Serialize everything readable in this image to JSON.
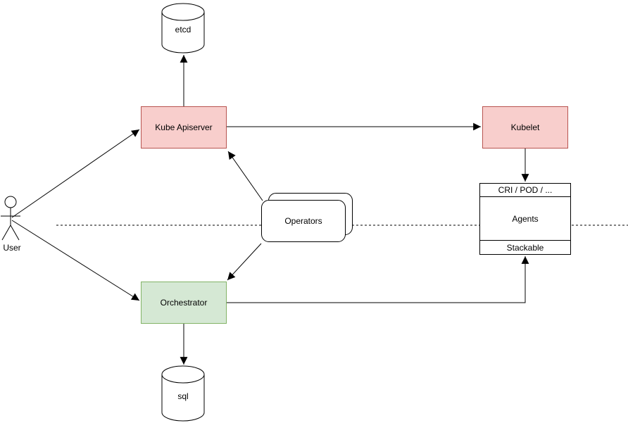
{
  "diagram": {
    "kind": "architecture-flowchart",
    "colors": {
      "red_fill": "#f8cecc",
      "red_border": "#b85450",
      "green_fill": "#d5e8d4",
      "green_border": "#82b366",
      "line": "#000000",
      "background": "#ffffff"
    },
    "nodes": {
      "etcd": {
        "label": "etcd",
        "shape": "cylinder"
      },
      "kube_apiserver": {
        "label": "Kube Apiserver",
        "shape": "rect",
        "fill": "#f8cecc"
      },
      "kubelet": {
        "label": "Kubelet",
        "shape": "rect",
        "fill": "#f8cecc"
      },
      "operators": {
        "label": "Operators",
        "shape": "stacked-rounded-rect"
      },
      "orchestrator": {
        "label": "Orchestrator",
        "shape": "rect",
        "fill": "#d5e8d4"
      },
      "sql": {
        "label": "sql",
        "shape": "cylinder"
      },
      "agents": {
        "header": "CRI / POD / ...",
        "body": "Agents",
        "footer": "Stackable",
        "shape": "partitioned-rect"
      },
      "user": {
        "label": "User",
        "shape": "actor"
      }
    },
    "edges": [
      {
        "from": "user",
        "to": "kube_apiserver",
        "style": "solid",
        "arrow": "end"
      },
      {
        "from": "user",
        "to": "orchestrator",
        "style": "solid",
        "arrow": "end"
      },
      {
        "from": "kube_apiserver",
        "to": "etcd",
        "style": "solid",
        "arrow": "end"
      },
      {
        "from": "kube_apiserver",
        "to": "kubelet",
        "style": "solid",
        "arrow": "end"
      },
      {
        "from": "kubelet",
        "to": "agents",
        "style": "solid",
        "arrow": "end"
      },
      {
        "from": "operators",
        "to": "kube_apiserver",
        "style": "solid",
        "arrow": "end"
      },
      {
        "from": "operators",
        "to": "orchestrator",
        "style": "solid",
        "arrow": "end"
      },
      {
        "from": "orchestrator",
        "to": "sql",
        "style": "solid",
        "arrow": "end"
      },
      {
        "from": "orchestrator",
        "to": "agents",
        "style": "solid",
        "arrow": "end",
        "routing": "orthogonal"
      },
      {
        "from": "left-edge",
        "to": "right-edge",
        "style": "dashed",
        "arrow": "none",
        "role": "divider"
      }
    ]
  }
}
